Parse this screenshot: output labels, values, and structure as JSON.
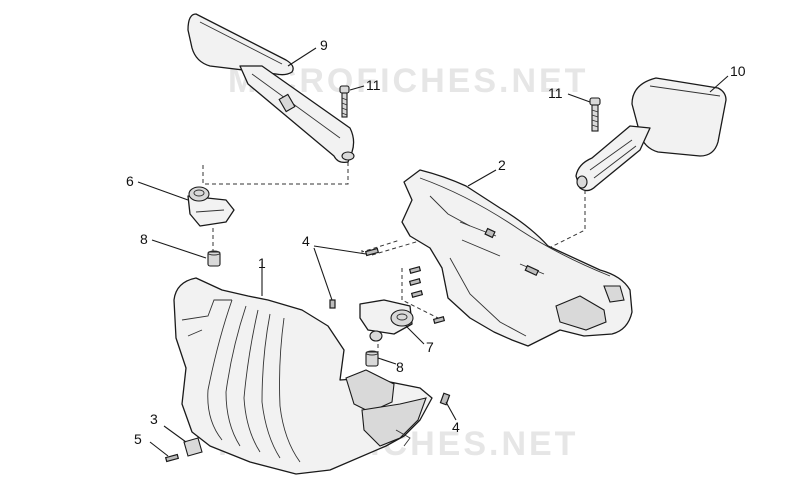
{
  "watermark": {
    "top_text": "MICROFICHES.NET",
    "bottom_text": "MICROFICHES.NET"
  },
  "callouts": [
    {
      "id": "c9",
      "label": "9"
    },
    {
      "id": "c11a",
      "label": "11"
    },
    {
      "id": "c10",
      "label": "10"
    },
    {
      "id": "c11b",
      "label": "11"
    },
    {
      "id": "c2",
      "label": "2"
    },
    {
      "id": "c6",
      "label": "6"
    },
    {
      "id": "c8a",
      "label": "8"
    },
    {
      "id": "c4a",
      "label": "4"
    },
    {
      "id": "c1",
      "label": "1"
    },
    {
      "id": "c7",
      "label": "7"
    },
    {
      "id": "c8b",
      "label": "8"
    },
    {
      "id": "c3",
      "label": "3"
    },
    {
      "id": "c4b",
      "label": "4"
    },
    {
      "id": "c5",
      "label": "5"
    }
  ]
}
